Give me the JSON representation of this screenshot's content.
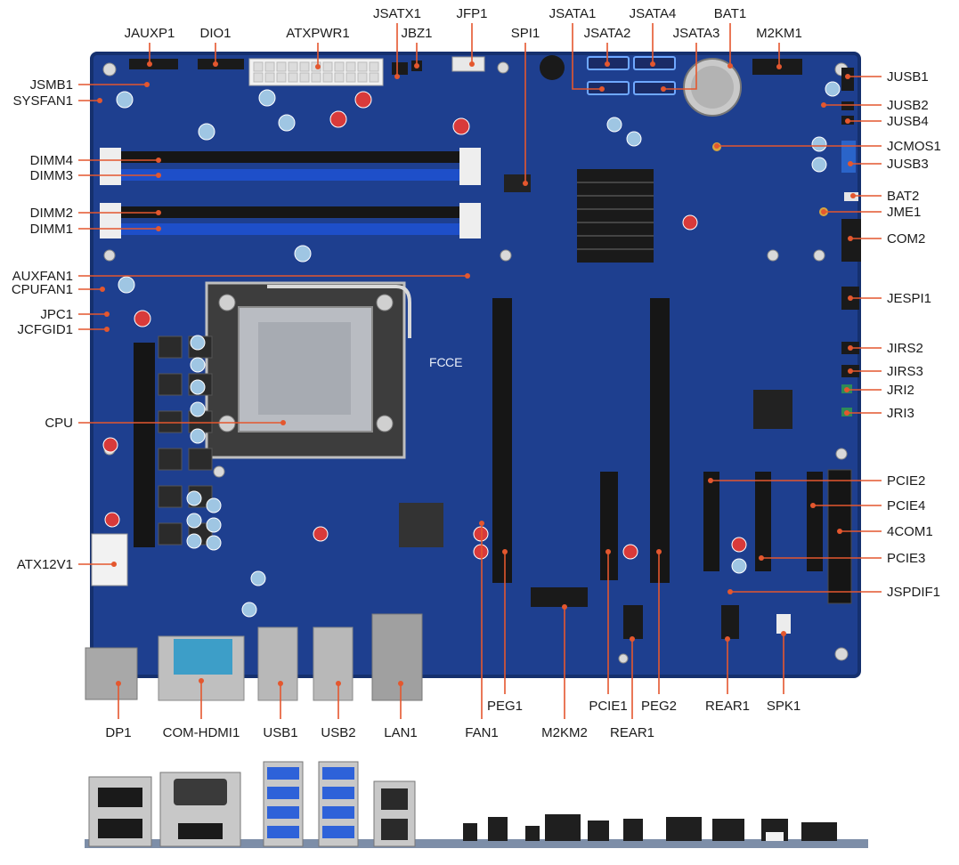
{
  "diagram": {
    "accent_color": "#e4572e",
    "board_color": "#1e3f8f",
    "labels": {
      "JAUXP1": "JAUXP1",
      "DIO1": "DIO1",
      "ATXPWR1": "ATXPWR1",
      "JSATX1": "JSATX1",
      "JBZ1": "JBZ1",
      "JFP1": "JFP1",
      "SPI1": "SPI1",
      "JSATA1": "JSATA1",
      "JSATA2": "JSATA2",
      "JSATA4": "JSATA4",
      "JSATA3": "JSATA3",
      "BAT1": "BAT1",
      "M2KM1": "M2KM1",
      "JSMB1": "JSMB1",
      "SYSFAN1": "SYSFAN1",
      "DIMM4": "DIMM4",
      "DIMM3": "DIMM3",
      "DIMM2": "DIMM2",
      "DIMM1": "DIMM1",
      "AUXFAN1": "AUXFAN1",
      "CPUFAN1": "CPUFAN1",
      "JPC1": "JPC1",
      "JCFGID1": "JCFGID1",
      "CPU": "CPU",
      "ATX12V1": "ATX12V1",
      "JUSB1": "JUSB1",
      "JUSB2": "JUSB2",
      "JUSB4": "JUSB4",
      "JCMOS1": "JCMOS1",
      "JUSB3": "JUSB3",
      "BAT2": "BAT2",
      "JME1": "JME1",
      "COM2": "COM2",
      "JESPI1": "JESPI1",
      "JIRS2": "JIRS2",
      "JIRS3": "JIRS3",
      "JRI2": "JRI2",
      "JRI3": "JRI3",
      "PCIE2": "PCIE2",
      "PCIE4": "PCIE4",
      "4COM1": "4COM1",
      "PCIE3": "PCIE3",
      "JSPDIF1": "JSPDIF1",
      "DP1": "DP1",
      "COM-HDMI1": "COM-HDMI1",
      "USB1": "USB1",
      "USB2": "USB2",
      "LAN1": "LAN1",
      "PEG1": "PEG1",
      "FAN1": "FAN1",
      "M2KM2": "M2KM2",
      "PCIE1": "PCIE1",
      "PEG2": "PEG2",
      "REAR1": "REAR1",
      "SPK1": "SPK1"
    },
    "mark_ce": "CE",
    "mark_fc": "FC"
  }
}
